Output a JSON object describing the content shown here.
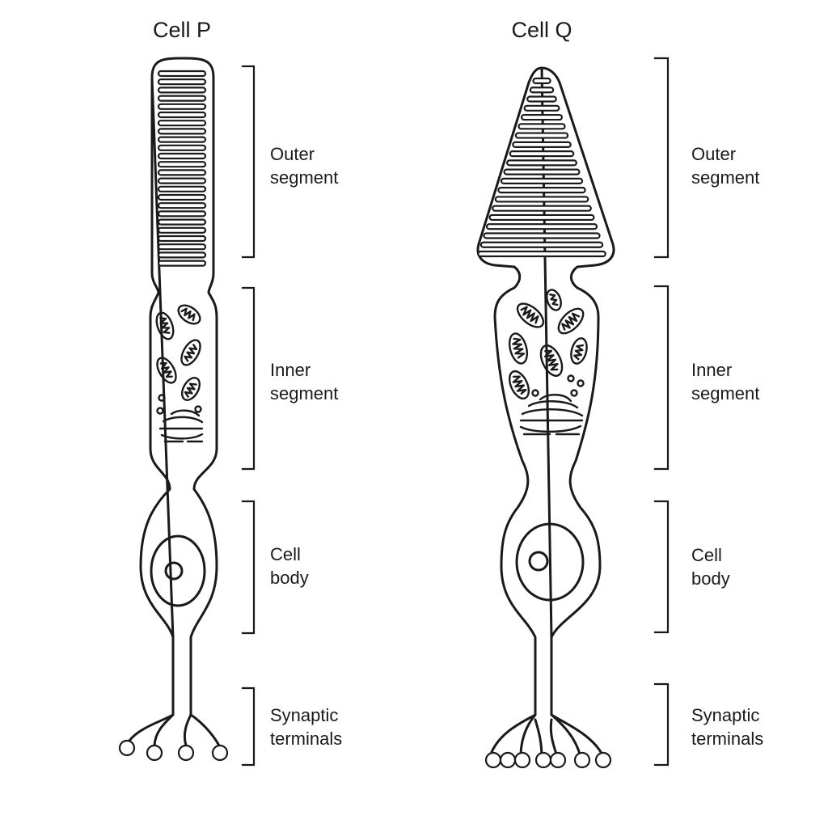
{
  "cells": [
    {
      "id": "p",
      "title": "Cell P",
      "labels": [
        {
          "lines": [
            "Outer",
            "segment"
          ]
        },
        {
          "lines": [
            "Inner",
            "segment"
          ]
        },
        {
          "lines": [
            "Cell",
            "body"
          ]
        },
        {
          "lines": [
            "Synaptic",
            "terminals"
          ]
        }
      ]
    },
    {
      "id": "q",
      "title": "Cell Q",
      "labels": [
        {
          "lines": [
            "Outer",
            "segment"
          ]
        },
        {
          "lines": [
            "Inner",
            "segment"
          ]
        },
        {
          "lines": [
            "Cell",
            "body"
          ]
        },
        {
          "lines": [
            "Synaptic",
            "terminals"
          ]
        }
      ]
    }
  ]
}
